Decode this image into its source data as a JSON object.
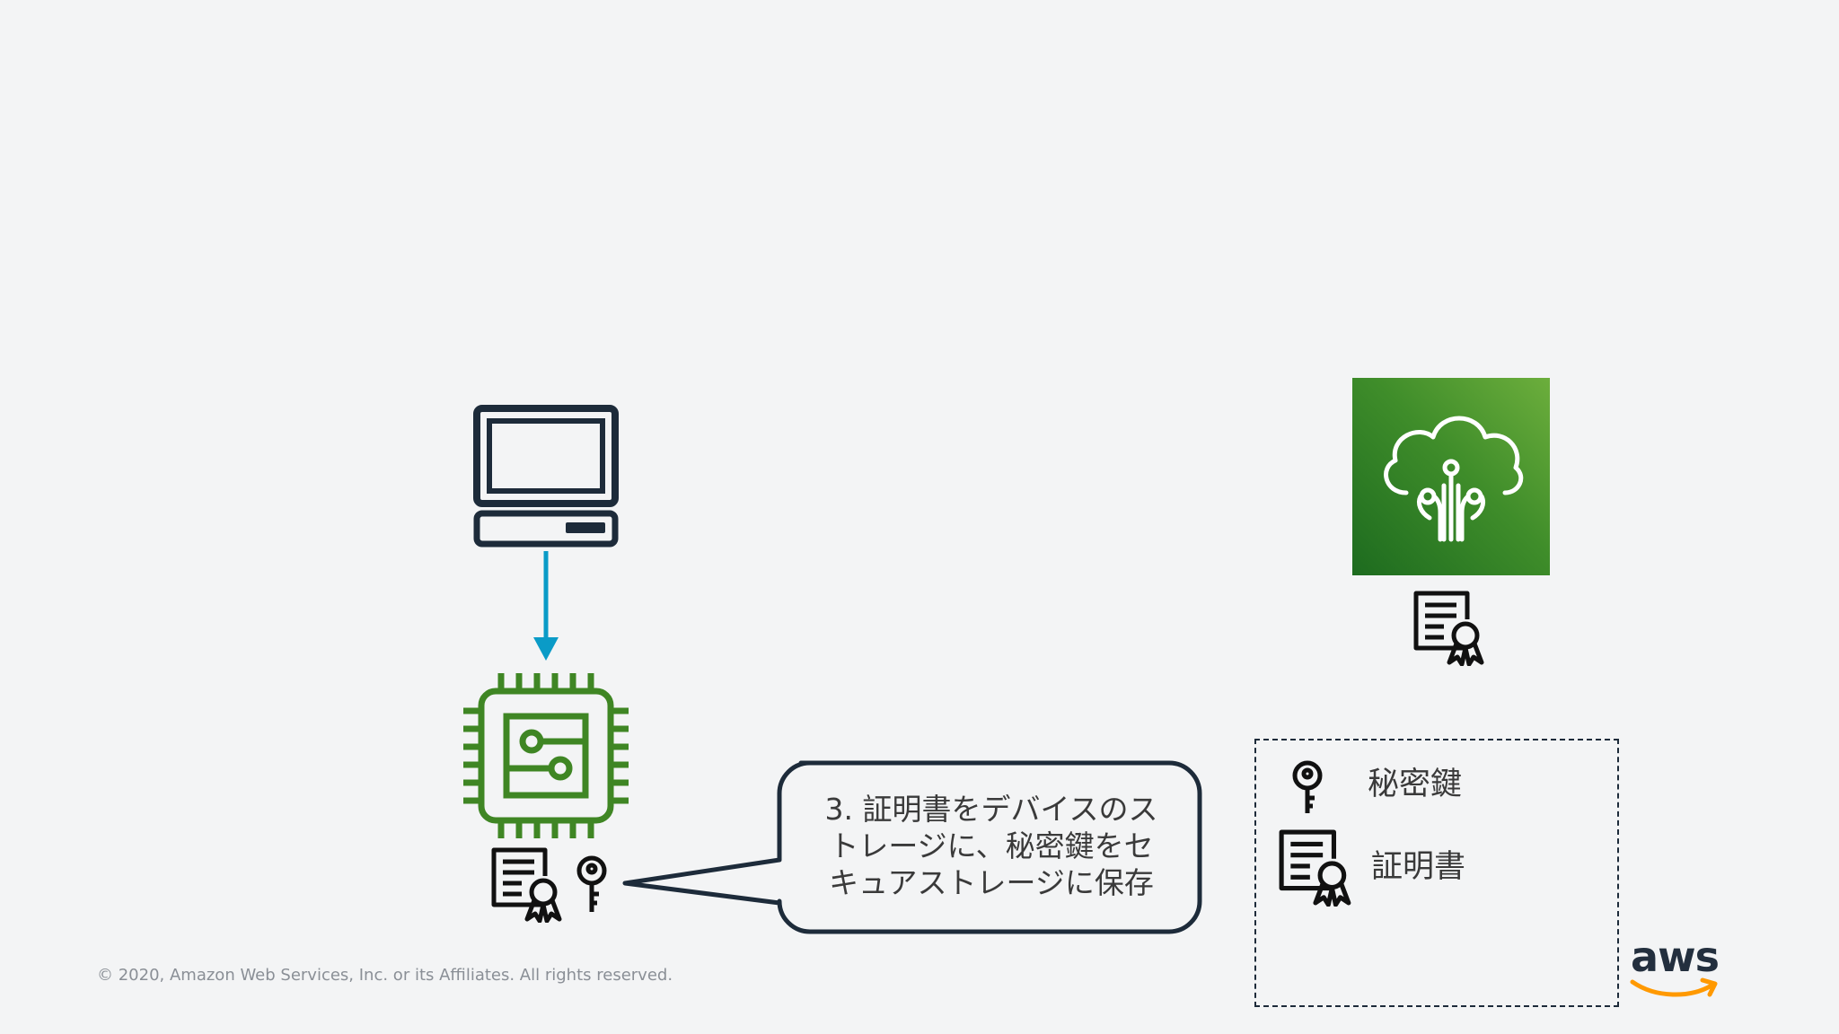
{
  "slide": {
    "callout": {
      "text": "3. 証明書をデバイスのス\nトレージに、秘密鍵をセ\nキュアストレージに保存"
    },
    "legend": {
      "private_key_label": "秘密鍵",
      "certificate_label": "証明書"
    },
    "footer": {
      "copyright": "© 2020, Amazon Web Services, Inc. or its Affiliates. All rights reserved.",
      "logo_text": "aws"
    }
  },
  "icons": {
    "laptop": "laptop-icon",
    "arrow": "arrow-down-icon",
    "chip": "chip-icon",
    "certificate": "certificate-icon",
    "key": "key-icon",
    "iot_service": "iot-core-icon",
    "aws_smile": "aws-smile-icon"
  },
  "colors": {
    "background": "#f3f4f5",
    "dark": "#1d2b3a",
    "arrow": "#0a9bc7",
    "chip_green": "#3f8624",
    "iot_gradient_start": "#1d6b1f",
    "iot_gradient_end": "#6cae3c",
    "aws_orange": "#ff9900"
  }
}
